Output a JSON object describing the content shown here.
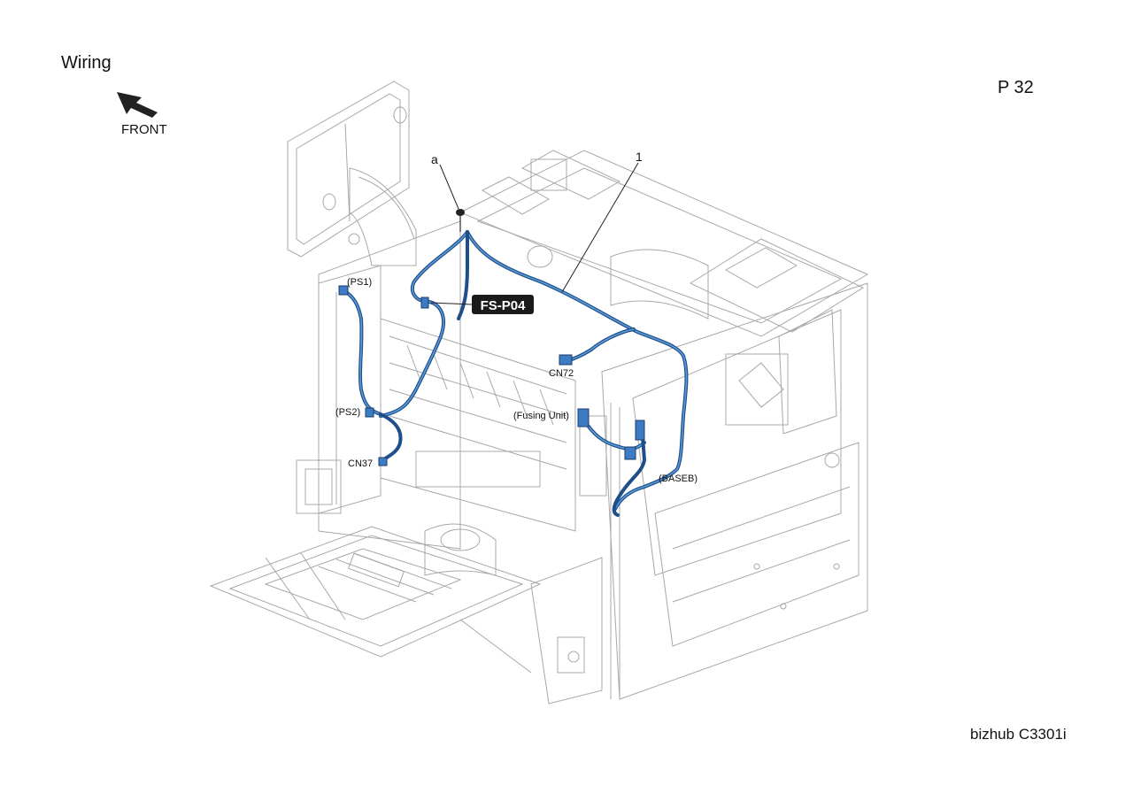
{
  "page": {
    "title": "Wiring",
    "page_number": "P 32",
    "model": "bizhub C3301i"
  },
  "orientation": {
    "label": "FRONT",
    "icon": "front-direction-arrow-icon"
  },
  "callouts": {
    "part_number": "1",
    "screw": "a"
  },
  "connector_highlight": {
    "label": "FS-P04",
    "background": "#1a1a1a"
  },
  "connectors": {
    "ps1": "(PS1)",
    "ps2": "(PS2)",
    "cn37": "CN37",
    "cn72": "CN72",
    "fusing_unit": "(Fusing Unit)",
    "baseb": "(BASEB)"
  },
  "colors": {
    "harness": "#1f4f8a",
    "harness_highlight": "#5a9ad8",
    "line_art": "#a8a8a8"
  }
}
